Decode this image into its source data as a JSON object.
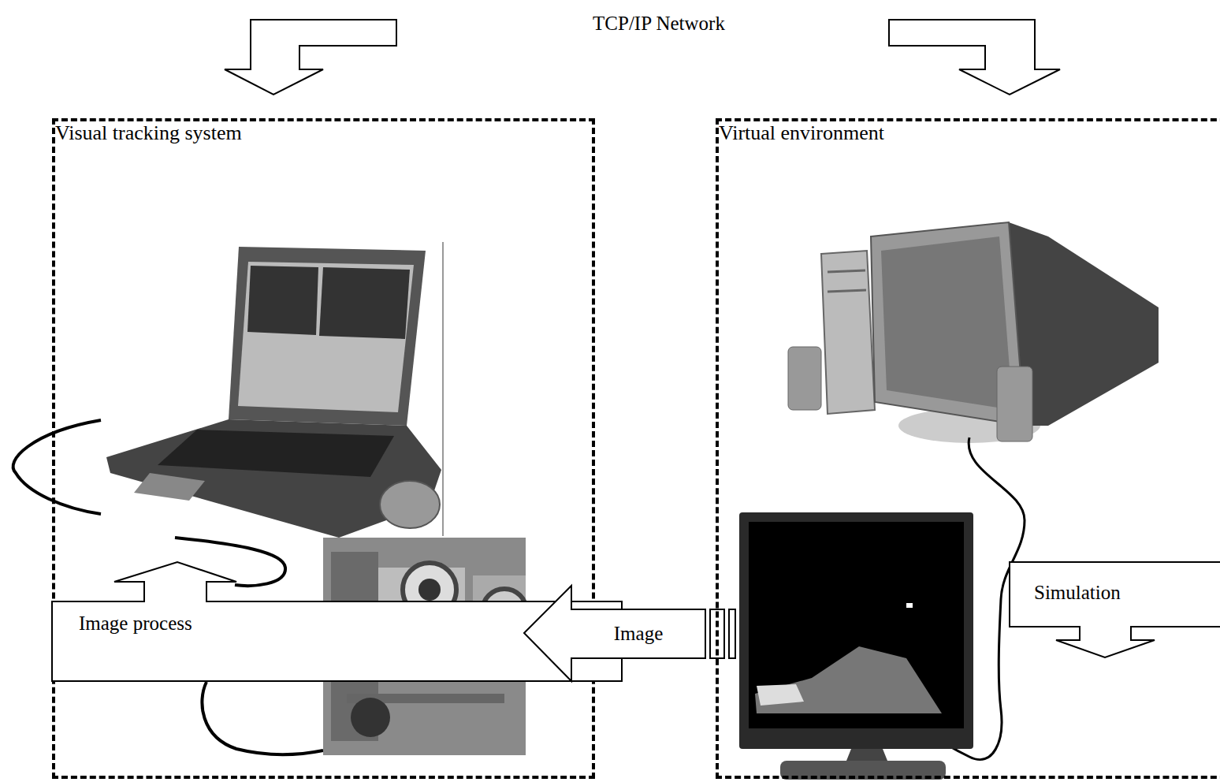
{
  "diagram": {
    "nodes": [
      {
        "text": [
          "Visual tracking system"
        ]
      },
      {
        "text": [
          "Image process"
        ],
        "in": 0
      },
      {
        "text": [
          "Image"
        ]
      },
      {
        "text": [
          "Virtual environment"
        ]
      },
      {
        "text": [
          "Simulation"
        ],
        "in": 3
      }
    ],
    "labels": [
      "TCP/IP Network"
    ]
  }
}
